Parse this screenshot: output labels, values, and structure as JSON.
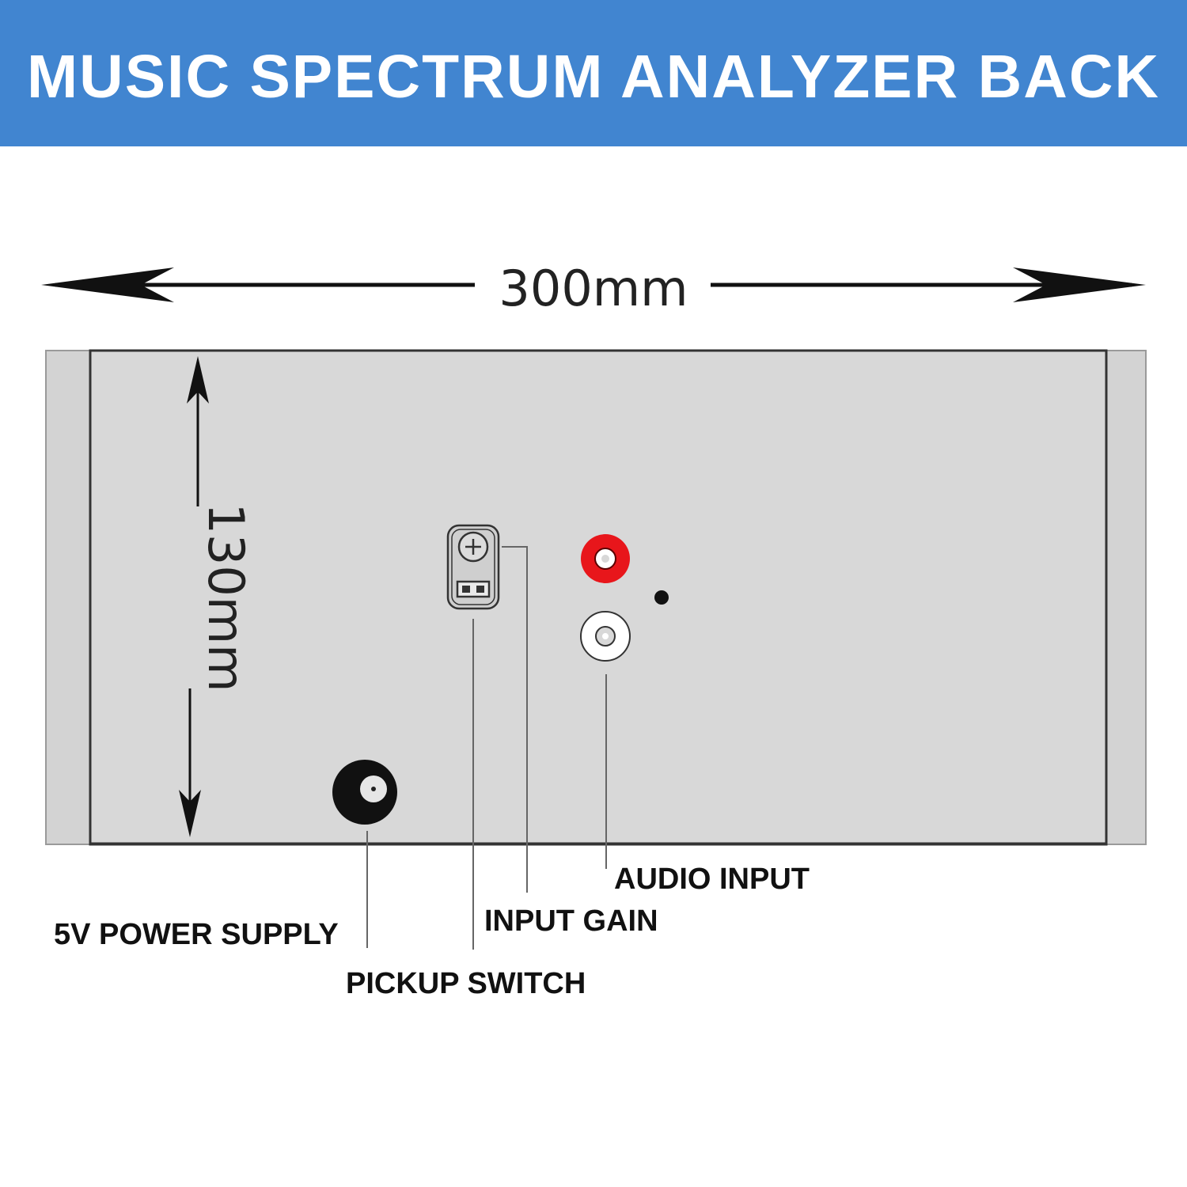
{
  "banner": {
    "title": "MUSIC SPECTRUM ANALYZER BACK",
    "color": "#4185d0"
  },
  "dimensions": {
    "width_label": "300mm",
    "height_label": "130mm"
  },
  "components": {
    "power_jack": {
      "label": "5V POWER SUPPLY",
      "icon": "dc-power-jack-icon"
    },
    "pickup_switch": {
      "label": "PICKUP SWITCH",
      "icon": "slide-switch-icon"
    },
    "input_gain": {
      "label": "INPUT GAIN",
      "icon": "gain-knob-icon"
    },
    "audio_input": {
      "label": "AUDIO INPUT",
      "icon": "rca-jack-icon",
      "colors": [
        "#e8161b",
        "#ffffff"
      ]
    }
  },
  "colors": {
    "panel": "#d8d8d8",
    "panel_end": "#d3d3d3",
    "rca_red": "#e8161b",
    "text": "#111111"
  }
}
